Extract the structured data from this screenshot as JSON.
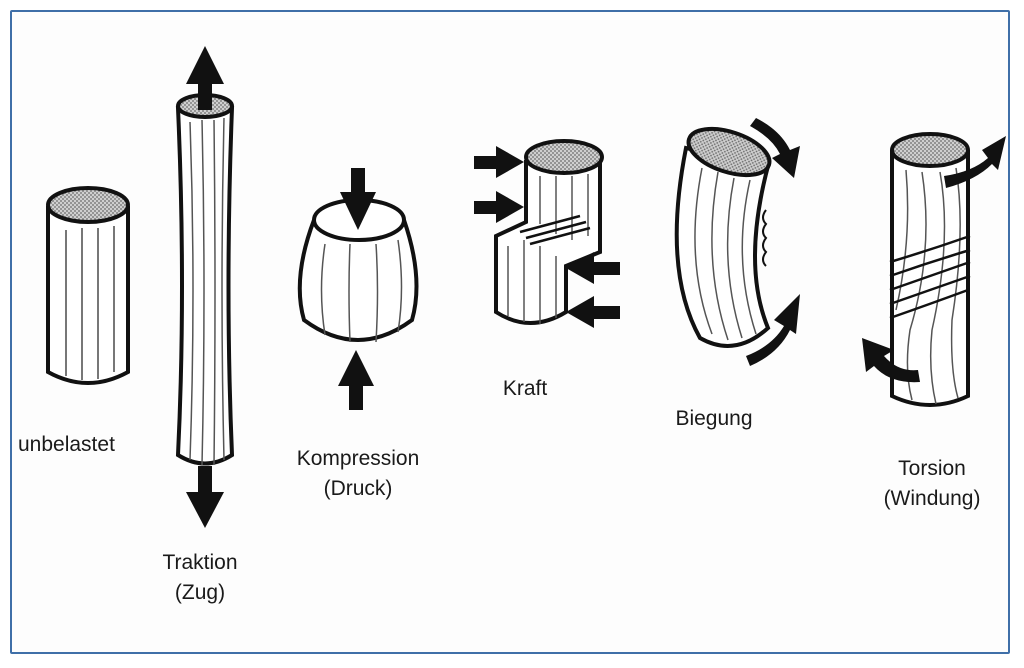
{
  "colors": {
    "frame_border": "#3f6fa8",
    "ink": "#111111",
    "hatch": "#8a8a8a",
    "background": "#fdfdfd"
  },
  "figure": {
    "items": [
      {
        "id": "unloaded",
        "label_lines": [
          "unbelastet"
        ]
      },
      {
        "id": "traction",
        "label_lines": [
          "Traktion",
          "(Zug)"
        ]
      },
      {
        "id": "compression",
        "label_lines": [
          "Kompression",
          "(Druck)"
        ]
      },
      {
        "id": "shear",
        "label_lines": [
          "Kraft"
        ]
      },
      {
        "id": "bending",
        "label_lines": [
          "Biegung"
        ]
      },
      {
        "id": "torsion",
        "label_lines": [
          "Torsion",
          "(Windung)"
        ]
      }
    ],
    "icons": [
      "force-arrow-icon",
      "rotation-arrow-icon"
    ]
  }
}
